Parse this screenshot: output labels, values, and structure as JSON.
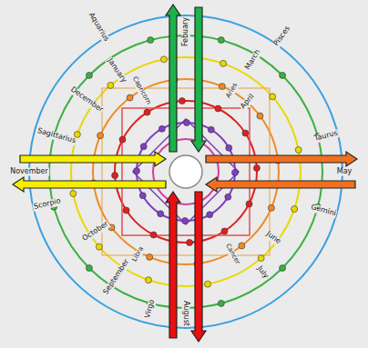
{
  "diagram": {
    "labels": [
      "Febuary",
      "March",
      "April",
      "May",
      "June",
      "July",
      "August",
      "September",
      "October",
      "November",
      "December",
      "January",
      "Aquarius",
      "Pisces",
      "Taurus",
      "Gemini",
      "Virgo",
      "Scorpio",
      "Sagittarius",
      "Capricorn",
      "Aries",
      "Cancer",
      "Libra"
    ]
  }
}
